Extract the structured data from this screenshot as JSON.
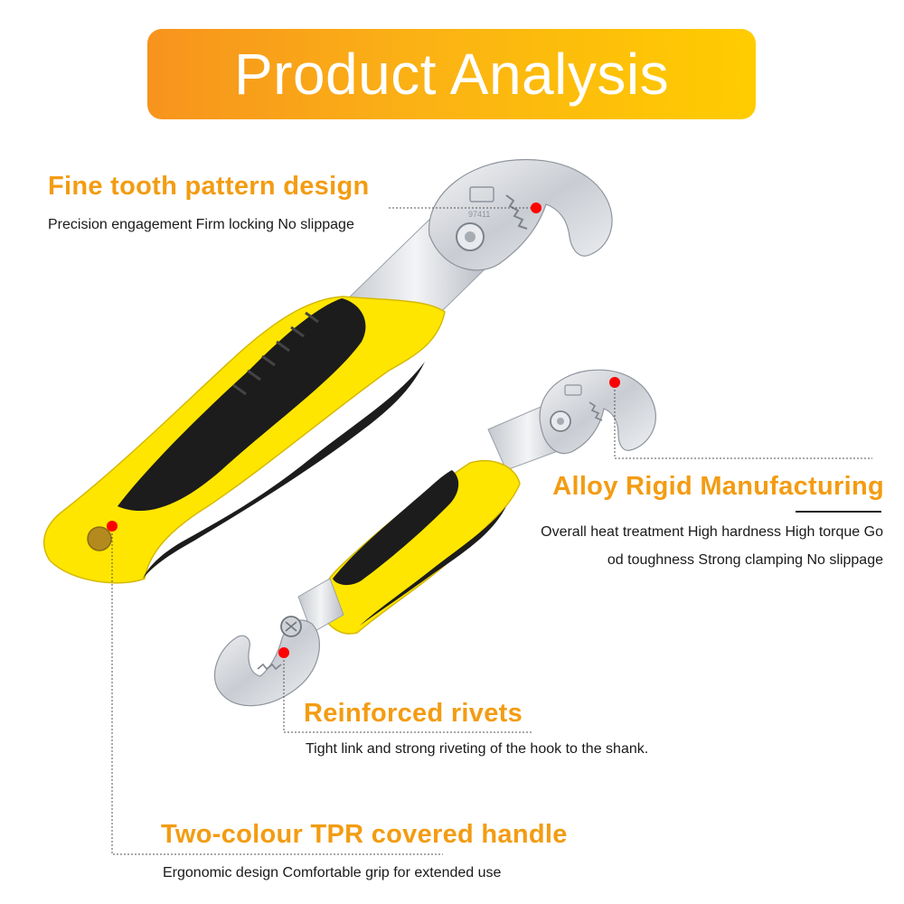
{
  "banner": {
    "title": "Product Analysis"
  },
  "features": [
    {
      "heading": "Fine tooth pattern design",
      "description": "Precision engagement Firm locking No slippage"
    },
    {
      "heading": "Alloy Rigid Manufacturing",
      "description_line1": "Overall heat treatment High hardness High torque Go",
      "description_line2": "od toughness Strong clamping No slippage"
    },
    {
      "heading": "Reinforced rivets",
      "description": "Tight link and strong riveting of the hook to the shank."
    },
    {
      "heading": "Two-colour TPR covered handle",
      "description": "Ergonomic design Comfortable grip for extended use"
    }
  ],
  "wrench_stamp": "97411",
  "colors": {
    "banner_start": "#f7931e",
    "banner_end": "#ffcc00",
    "heading": "#f39c12",
    "handle_yellow": "#ffe600",
    "handle_black": "#1c1c1c",
    "marker": "#ff0000",
    "steel": "#d8dbe0"
  }
}
